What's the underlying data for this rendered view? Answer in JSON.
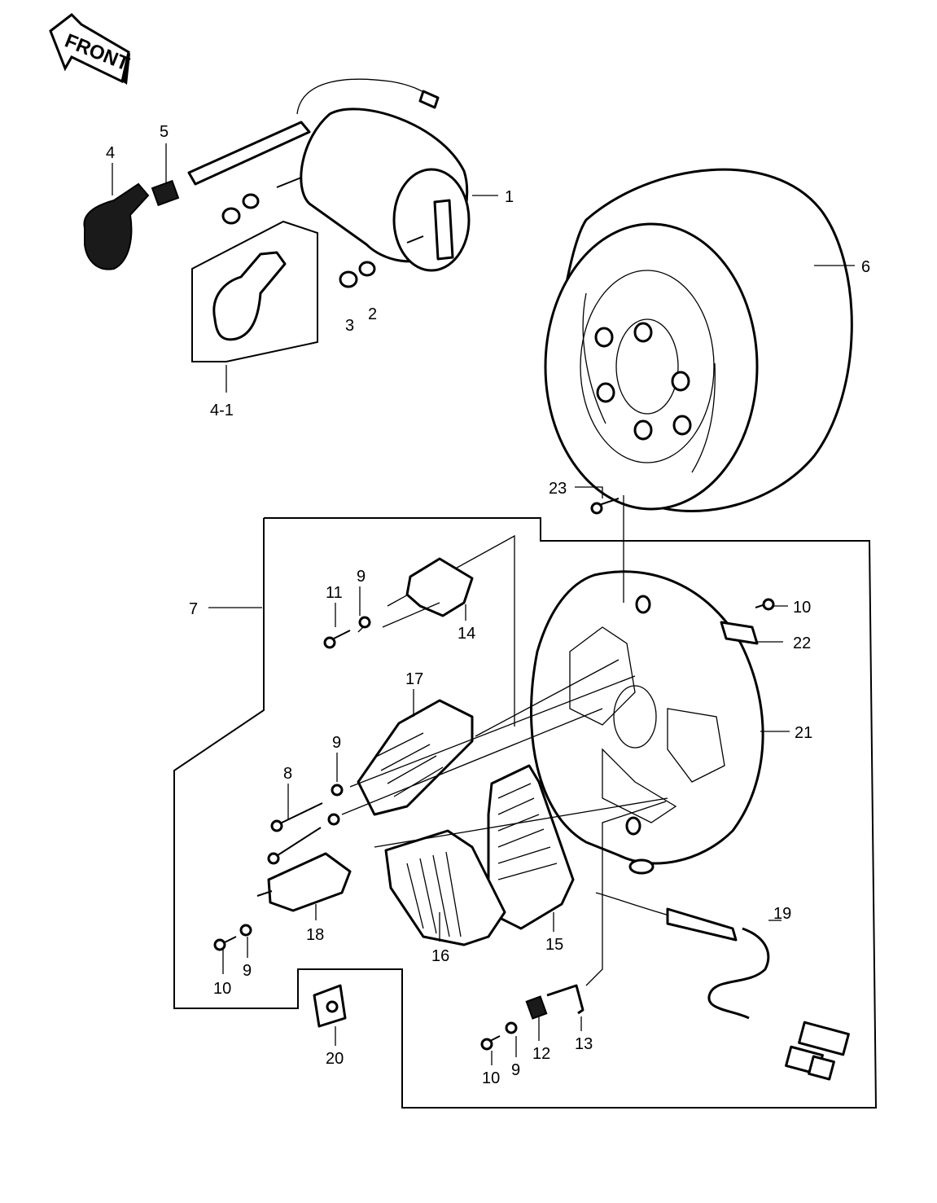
{
  "orientation": {
    "label": "FRONT"
  },
  "callouts": {
    "c1": "1",
    "c2": "2",
    "c3": "3",
    "c4": "4",
    "c4_1": "4-1",
    "c5": "5",
    "c6": "6",
    "c7": "7",
    "c8": "8",
    "c9a": "9",
    "c9b": "9",
    "c9c": "9",
    "c9d": "9",
    "c10a": "10",
    "c10b": "10",
    "c10c": "10",
    "c11": "11",
    "c12": "12",
    "c13": "13",
    "c14": "14",
    "c15": "15",
    "c16": "16",
    "c17": "17",
    "c18": "18",
    "c19": "19",
    "c20": "20",
    "c21": "21",
    "c22": "22",
    "c23": "23"
  }
}
